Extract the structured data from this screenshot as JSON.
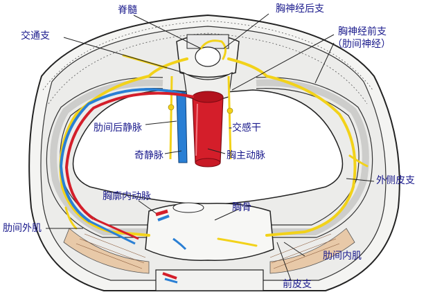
{
  "labels": {
    "spinal_cord": "脊髓",
    "post_branch": "胸神经后支",
    "communicating_branch": "交通支",
    "ant_branch_line1": "胸神经前支",
    "ant_branch_line2": "（肋间神经）",
    "post_intercostal_vein": "肋间后静脉",
    "sympathetic_trunk": "-交感干",
    "azygos_vein": "奇静脉",
    "thoracic_aorta": "胸主动脉",
    "lateral_cutaneous": "外侧皮支",
    "int_thoracic_artery": "胸廓内动脉",
    "sternum": "胸骨",
    "ext_intercostal": "肋间外肌",
    "int_intercostal": "肋间内肌",
    "ant_cutaneous": "前皮支"
  },
  "colors": {
    "label_text": "#1a1a8c",
    "nerve": "#f2d21a",
    "artery": "#d41e2a",
    "vein": "#2a7fd4",
    "outline": "#222222"
  }
}
